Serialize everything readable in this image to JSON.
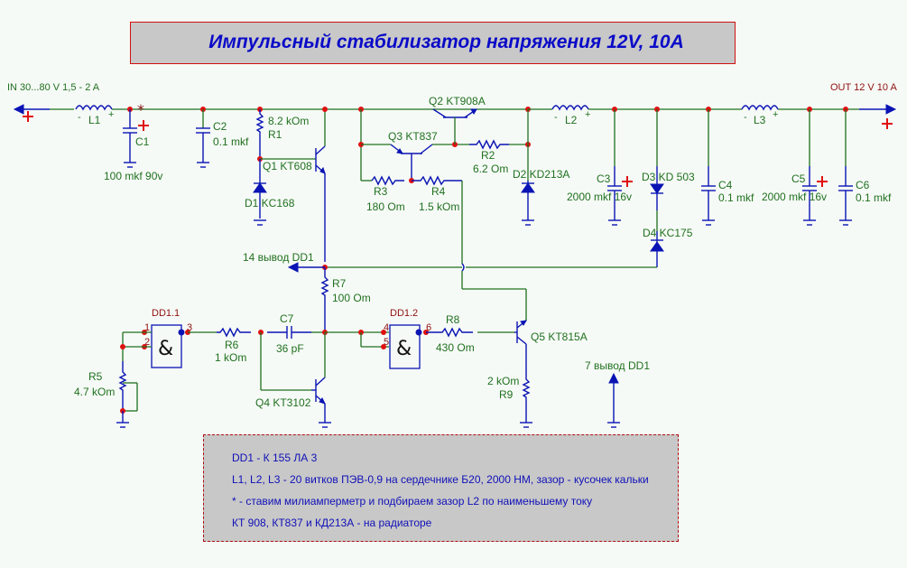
{
  "title": "Импульсный стабилизатор напряжения 12V, 10A",
  "input_label": "IN 30...80 V 1,5 - 2 A",
  "output_label": "OUT 12 V 10 A",
  "star_marker": "*",
  "components": {
    "L1": {
      "ref": "L1"
    },
    "L2": {
      "ref": "L2"
    },
    "L3": {
      "ref": "L3"
    },
    "C1": {
      "ref": "C1",
      "value": "100 mkf 90v"
    },
    "C2": {
      "ref": "C2",
      "value": "0.1 mkf"
    },
    "C3": {
      "ref": "C3",
      "value": "2000 mkf 16v"
    },
    "C4": {
      "ref": "C4",
      "value": "0.1 mkf"
    },
    "C5": {
      "ref": "C5",
      "value": "2000 mkf 16v"
    },
    "C6": {
      "ref": "C6",
      "value": "0.1 mkf"
    },
    "C7": {
      "ref": "C7",
      "value": "36 pF"
    },
    "R1": {
      "ref": "R1",
      "value": "8.2 kOm"
    },
    "R2": {
      "ref": "R2",
      "value": "6.2 Om"
    },
    "R3": {
      "ref": "R3",
      "value": "180 Om"
    },
    "R4": {
      "ref": "R4",
      "value": "1.5 kOm"
    },
    "R5": {
      "ref": "R5",
      "value": "4.7 kOm"
    },
    "R6": {
      "ref": "R6",
      "value": "1 kOm"
    },
    "R7": {
      "ref": "R7",
      "value": "100 Om"
    },
    "R8": {
      "ref": "R8",
      "value": "430 Om"
    },
    "R9": {
      "ref": "R9",
      "value": "2 kOm"
    },
    "Q1": {
      "label": "Q1 KT608"
    },
    "Q2": {
      "label": "Q2 KT908A"
    },
    "Q3": {
      "label": "Q3 KT837"
    },
    "Q4": {
      "label": "Q4 KT3102"
    },
    "Q5": {
      "label": "Q5 KT815A"
    },
    "D1": {
      "label": "D1 KC168"
    },
    "D2": {
      "label": "D2 KD213A"
    },
    "D3": {
      "label": "D3 KD 503"
    },
    "D4": {
      "label": "D4 KC175"
    },
    "DD1_1": {
      "label": "DD1.1",
      "pins": [
        "1",
        "2",
        "3"
      ],
      "symbol": "&"
    },
    "DD1_2": {
      "label": "DD1.2",
      "pins": [
        "4",
        "5",
        "6"
      ],
      "symbol": "&"
    }
  },
  "power_labels": {
    "pin14": "14 вывод DD1",
    "pin7": "7 вывод DD1"
  },
  "notes": [
    "DD1 - К 155 ЛА 3",
    "L1, L2, L3 - 20 витков ПЭВ-0,9 на сердечнике Б20, 2000 НМ, зазор - кусочек кальки",
    "* - ставим милиамперметр и подбираем зазор L2 по наименьшему току",
    "КТ 908, КТ837 и КД213А -  на радиаторе"
  ]
}
